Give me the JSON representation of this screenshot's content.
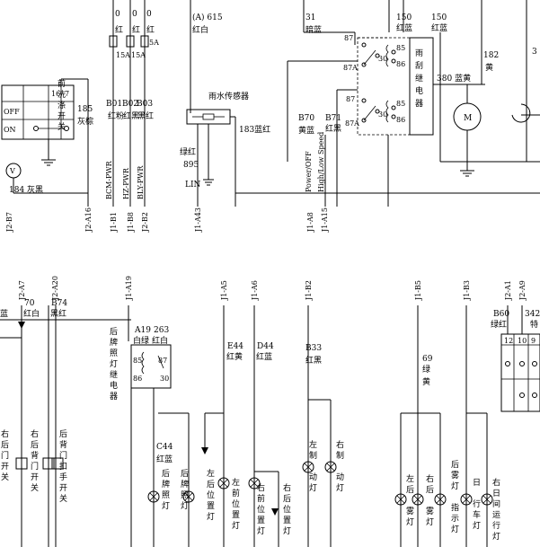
{
  "top": {
    "fuse_wires": {
      "w1": "0",
      "w1c": "红",
      "w2": "0",
      "w2c": "红",
      "w3": "0",
      "w3c": "红"
    },
    "fuse_ratings": {
      "f1": "15A",
      "f2": "15A",
      "f3": "5A"
    },
    "washer_switch": {
      "cols": [
        "16",
        "7"
      ],
      "rows": [
        "OFF",
        "ON"
      ],
      "name": "前洗涤开关"
    },
    "washer_wire": {
      "num": "185",
      "color": "灰棕"
    },
    "bcm_wires": [
      {
        "num": "B01",
        "color": "红粉",
        "sig": "BCM-PWR"
      },
      {
        "num": "B02",
        "color": "红黑",
        "sig": "HZ-PWR"
      },
      {
        "num": "B03",
        "color": "黑红",
        "sig": "BLY-PWR"
      }
    ],
    "rain_sensor": {
      "wire_num": "(A) 615",
      "wire_color": "红白",
      "name": "雨水传感器",
      "out_wire": "183蓝红",
      "ground_wire": "绿红",
      "ground_num": "895",
      "lin": "LIN"
    },
    "relay_wires": {
      "w31": "31",
      "w31c": "暗蓝",
      "w150a": "150",
      "w150ac": "红蓝",
      "w150b": "150",
      "w150bc": "红蓝"
    },
    "relay_pins": [
      "87",
      "30",
      "86",
      "85",
      "87A",
      "87",
      "30",
      "86",
      "85",
      "87A"
    ],
    "relay_name": "雨刮继电器",
    "relay_feed_wire": {
      "num": "182",
      "color": "黄"
    },
    "motor_wire": {
      "num": "380",
      "color": "蓝黄"
    },
    "motor_label": "M",
    "speed_wires": [
      {
        "num": "B70",
        "color": "黄蓝",
        "sig": "Power/OFF"
      },
      {
        "num": "B71",
        "color": "红黑",
        "sig": "High/Low Speed"
      }
    ],
    "connector_labels": [
      "J2-B7",
      "J2-A16",
      "J1-B1",
      "J1-B8",
      "J2-B2",
      "J1-A43",
      "J1-A8",
      "J1-A15"
    ],
    "side_num": "3"
  },
  "bottom": {
    "connector_labels": [
      "J2-A7",
      "J2-A20",
      "J1-A19",
      "J1-A5",
      "J1-A6",
      "J1-B2",
      "J1-B5",
      "J1-B3",
      "J2-A1",
      "J2-A9"
    ],
    "left_wire": "蓝",
    "door_wires": [
      {
        "num": "70",
        "color": "红白"
      },
      {
        "num": "B74",
        "color": "黑红"
      }
    ],
    "plate_wires": [
      {
        "num": "A19",
        "color": "白绿"
      },
      {
        "num": "263",
        "color": "红白"
      }
    ],
    "plate_relay_pins": [
      "85",
      "87",
      "86",
      "30"
    ],
    "plate_relay_name": "后牌照灯继电器",
    "pos_wires": [
      {
        "num": "E44",
        "color": "红黄"
      },
      {
        "num": "D44",
        "color": "红蓝"
      }
    ],
    "brake_wire": {
      "num": "B33",
      "color": "红黑"
    },
    "fog_wire": {
      "num": "69",
      "color": "绿黄"
    },
    "drl_wires": [
      {
        "num": "B60",
        "color": "绿红"
      },
      {
        "num": "342",
        "color": "特"
      }
    ],
    "drl_pins": [
      "12",
      "10",
      "9"
    ],
    "c44": {
      "num": "C44",
      "color": "红蓝"
    },
    "lamps": [
      "右后门开关",
      "右后背门开关",
      "后背门扣手开关",
      "后牌照灯",
      "后牌照灯",
      "左后位置灯",
      "左前位置灯",
      "右前位置灯",
      "右后位置灯",
      "左制动灯",
      "右制动灯",
      "左后雾灯",
      "右后雾灯",
      "后雾灯指示灯",
      "日间行车灯",
      "右日间行车灯"
    ]
  }
}
